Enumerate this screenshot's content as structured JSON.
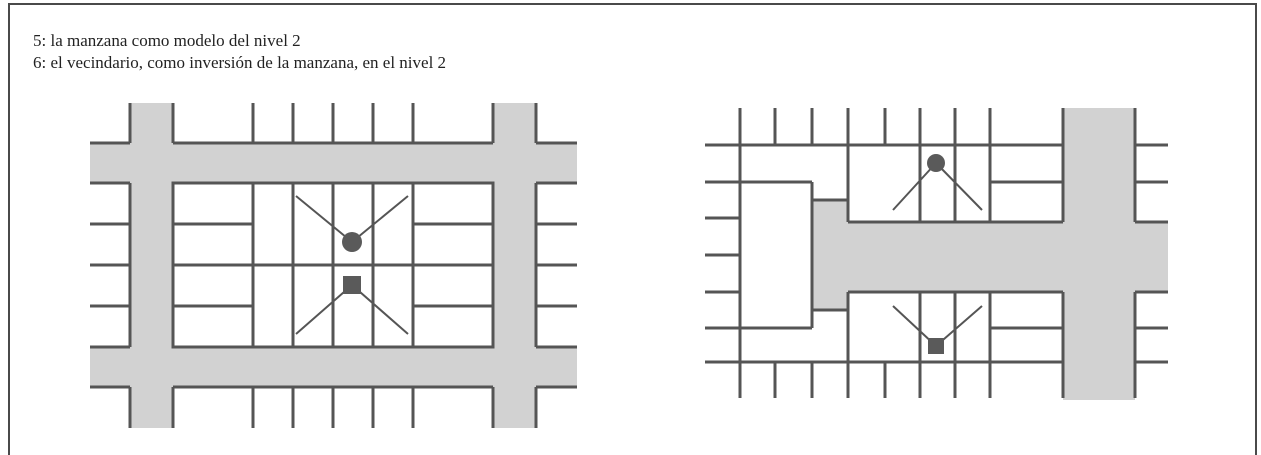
{
  "caption": {
    "line1": "5: la manzana como modelo del nivel 2",
    "line2": "6: el vecindario, como inversión de la manzana, en el nivel 2"
  },
  "diagrams": [
    {
      "id": 5,
      "kind": "block-model",
      "symbols": [
        "circle",
        "square"
      ]
    },
    {
      "id": 6,
      "kind": "neighborhood-inversion",
      "symbols": [
        "circle",
        "square"
      ]
    }
  ],
  "colors": {
    "street": "#d2d2d2",
    "line": "#555555",
    "symbol": "#5a5a5a",
    "frame": "#4a4a4a"
  }
}
